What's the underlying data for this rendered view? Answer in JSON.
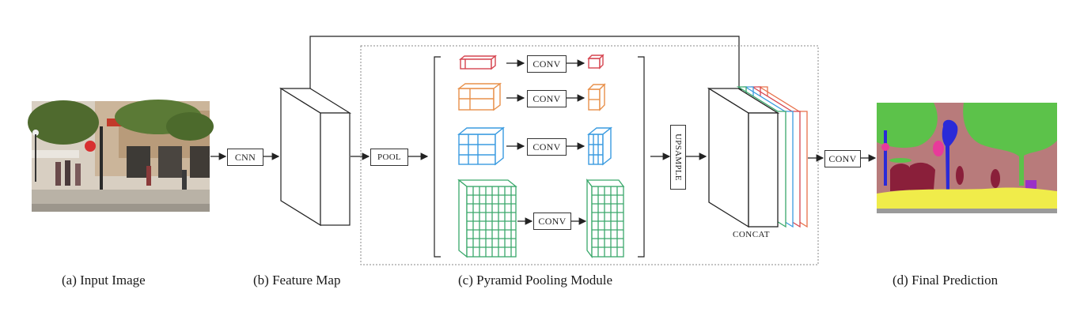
{
  "captions": {
    "input_image": "(a) Input Image",
    "feature_map": "(b) Feature Map",
    "ppm": "(c) Pyramid Pooling Module",
    "final_prediction": "(d) Final Prediction"
  },
  "ops": {
    "cnn": "CNN",
    "pool": "POOL",
    "conv": "CONV",
    "upsample": "UPSAMPLE",
    "concat": "CONCAT",
    "final_conv": "CONV"
  },
  "colors": {
    "branch_red": "#d64550",
    "branch_orange": "#e8904a",
    "branch_blue": "#3a9be0",
    "branch_green": "#3aa86b",
    "seg_sky": "#5cc24a",
    "seg_building": "#b87b7b",
    "seg_ground": "#f0ec4a",
    "seg_person": "#8a1f3a",
    "seg_pole": "#2a2ad8"
  }
}
